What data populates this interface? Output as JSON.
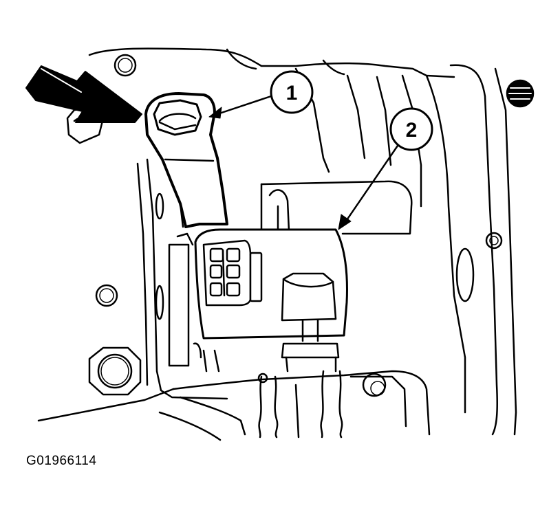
{
  "figure": {
    "id_label": "G01966114",
    "callouts": [
      {
        "number": "1"
      },
      {
        "number": "2"
      }
    ]
  },
  "colors": {
    "line": "#000000",
    "background": "#ffffff"
  }
}
